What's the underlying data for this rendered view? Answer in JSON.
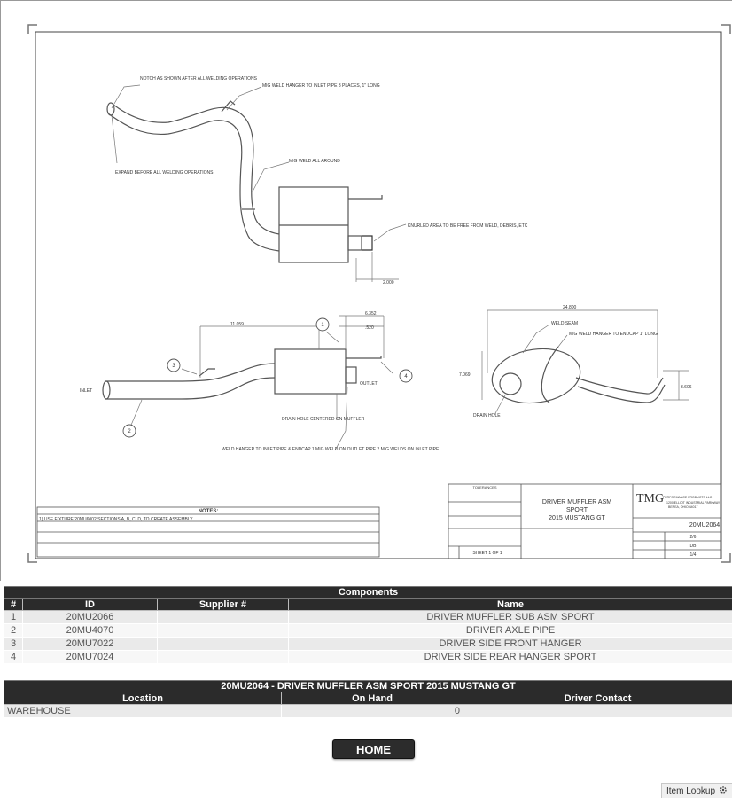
{
  "drawing": {
    "notes_heading": "NOTES:",
    "note_1": "1) USE FIXTURE 20MU6002 SECTIONS A, B, C, D, TO CREATE ASSEMBLY.",
    "callouts": {
      "notch": "NOTCH AS SHOWN AFTER ALL WELDING OPERATIONS",
      "mig_hanger": "MIG WELD HANGER TO INLET PIPE 3 PLACES, 1\" LONG",
      "expand": "EXPAND BEFORE ALL WELDING OPERATIONS",
      "mig_all": "MIG WELD ALL AROUND",
      "knurled": "KNURLED AREA TO BE FREE FROM WELD, DEBRIS, ETC",
      "dim_2000": "2.000",
      "dim_11059": "11.059",
      "dim_6352": "6.352",
      "dim_520": ".520",
      "inlet": "INLET",
      "outlet": "OUTLET",
      "drain_hole": "DRAIN HOLE CENTERED ON MUFFLER",
      "weld_hanger_inlet": "WELD HANGER TO INLET PIPE & ENDCAP 1 MIG WELD ON OUTLET PIPE 2 MIG WELDS ON INLET PIPE",
      "dim_24800": "24.800",
      "weld_seam": "WELD SEAM",
      "mig_endcap": "MIG WELD HANGER TO ENDCAP 1\" LONG",
      "dim_7069": "7.069",
      "dim_3606": "3.606",
      "drain_hole_2": "DRAIN HOLE",
      "balloon_1": "1",
      "balloon_2": "2",
      "balloon_3": "3",
      "balloon_4": "4"
    },
    "title_block": {
      "title_line1": "DRIVER MUFFLER ASM",
      "title_line2": "SPORT",
      "title_line3": "2015 MUSTANG GT",
      "company": "TMG",
      "company_sub": "PERFORMANCE PRODUCTS LLC",
      "company_addr1": "1200 ELLIOT INDUSTRIAL PARKWAY",
      "company_addr2": "BEREA, OHIO 44017",
      "part_no": "20MU2064",
      "sheet": "SHEET 1 OF 1",
      "tolerances": "TOLERANCES",
      "rev": "DB",
      "date": "2/6",
      "scale": "1/4"
    }
  },
  "components": {
    "title": "Components",
    "columns": [
      "#",
      "ID",
      "Supplier #",
      "Name"
    ],
    "rows": [
      {
        "num": "1",
        "id": "20MU2066",
        "supplier": "",
        "name": "DRIVER MUFFLER SUB ASM SPORT"
      },
      {
        "num": "2",
        "id": "20MU4070",
        "supplier": "",
        "name": "DRIVER AXLE PIPE"
      },
      {
        "num": "3",
        "id": "20MU7022",
        "supplier": "",
        "name": "DRIVER SIDE FRONT HANGER"
      },
      {
        "num": "4",
        "id": "20MU7024",
        "supplier": "",
        "name": "DRIVER SIDE REAR HANGER SPORT"
      }
    ]
  },
  "inventory": {
    "title": "20MU2064 - DRIVER MUFFLER ASM SPORT 2015 MUSTANG GT",
    "columns": [
      "Location",
      "On Hand",
      "Driver Contact"
    ],
    "rows": [
      {
        "location": "WAREHOUSE",
        "on_hand": "0",
        "contact": ""
      }
    ]
  },
  "home_button": "HOME",
  "item_lookup": "Item Lookup",
  "icons": {
    "item_lookup": "gear-icon"
  }
}
